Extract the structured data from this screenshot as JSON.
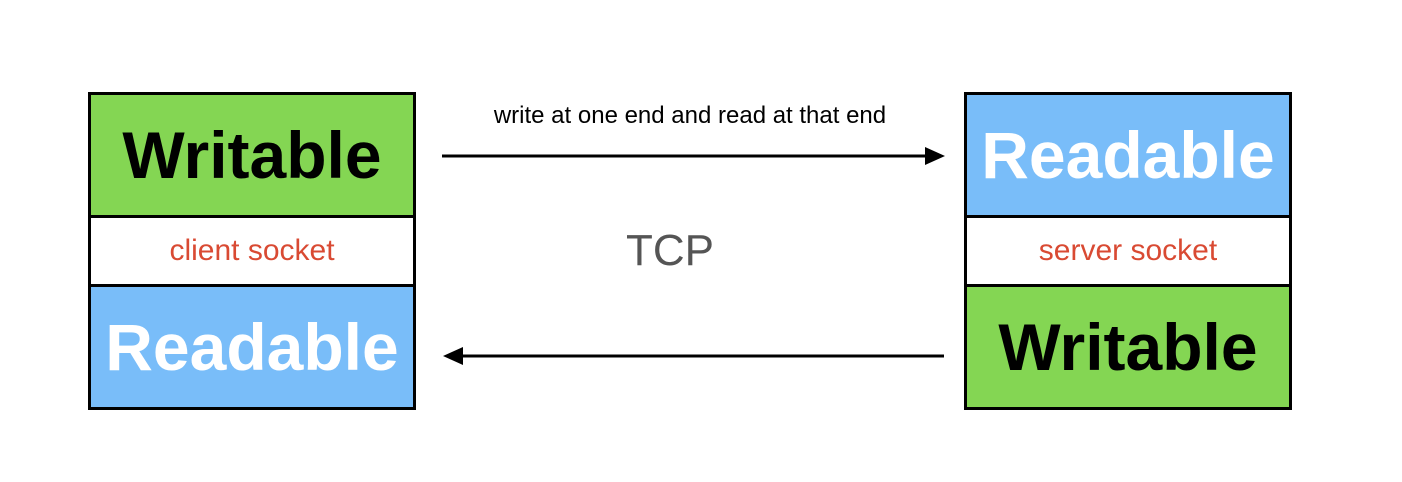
{
  "client_socket": {
    "top_label": "Writable",
    "middle_label": "client socket",
    "bottom_label": "Readable"
  },
  "server_socket": {
    "top_label": "Readable",
    "middle_label": "server socket",
    "bottom_label": "Writable"
  },
  "top_arrow": {
    "caption": "write at one end and read at that end"
  },
  "connection_label": "TCP",
  "colors": {
    "writable": "#84d653",
    "readable": "#79bdf9",
    "socket_label": "#d94a33",
    "tcp_label": "#555555"
  }
}
